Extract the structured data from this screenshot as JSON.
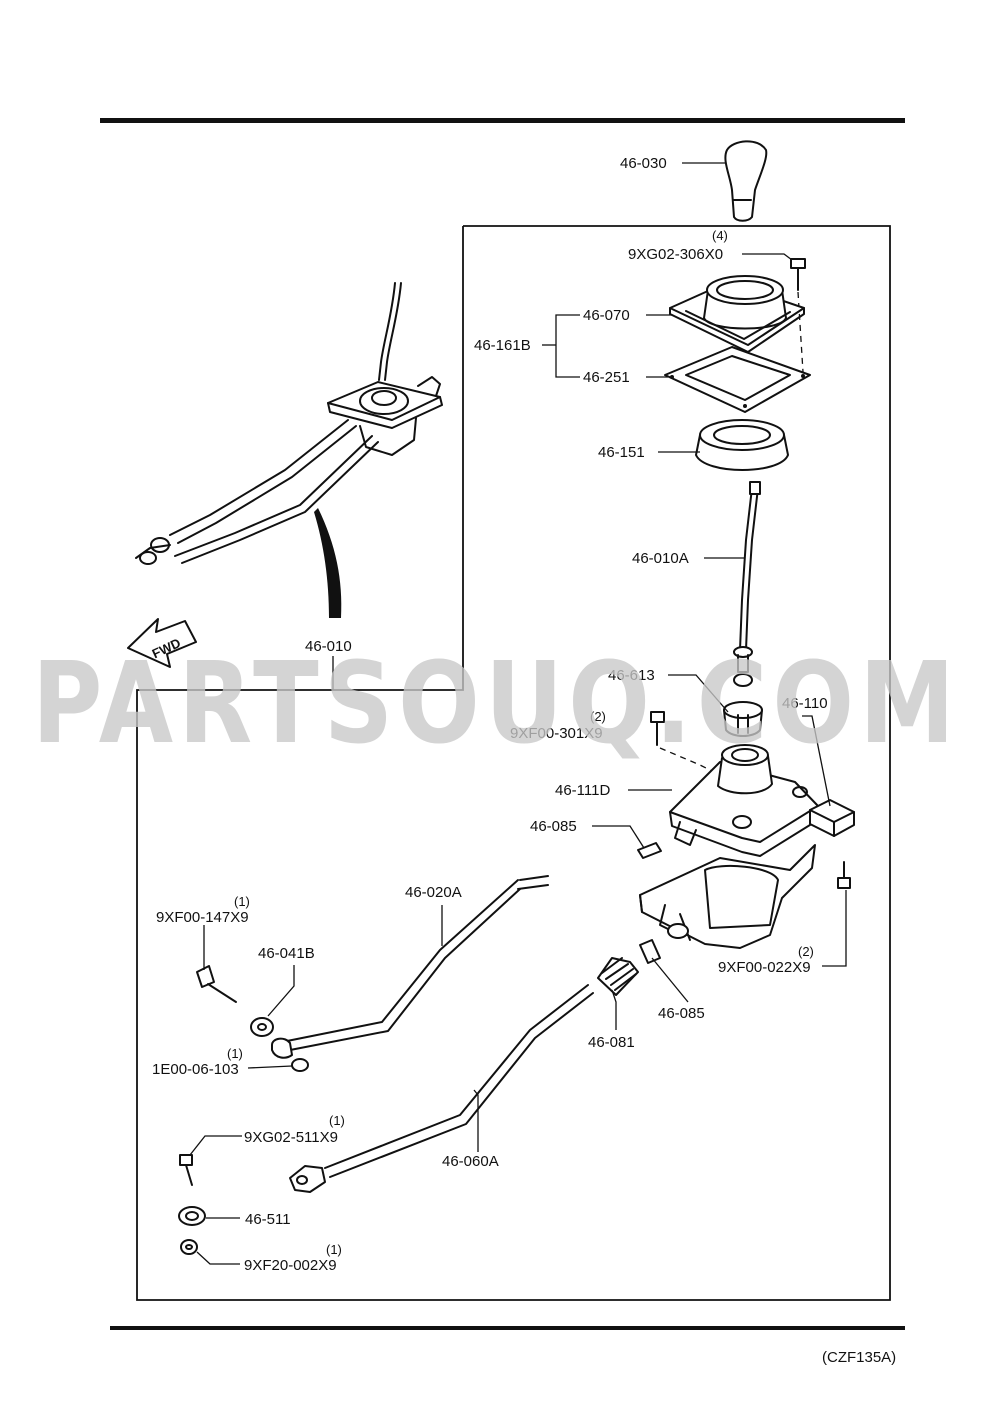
{
  "watermark": "PARTSOUQ.COM",
  "diagram_ref": "(CZF135A)",
  "fwd_label": "FWD",
  "parts": {
    "knob": "46-030",
    "screw_top": "9XG02-306X0",
    "screw_top_qty": "(4)",
    "plate": "46-070",
    "set": "46-161B",
    "gasket": "46-251",
    "boot": "46-151",
    "lever": "46-010A",
    "bushing": "46-613",
    "bracket": "46-110",
    "bolt_a": "9XF00-301X9",
    "bolt_a_qty": "(2)",
    "housing": "46-111D",
    "clip_a": "46-085",
    "assembly": "46-010",
    "rod_a": "46-020A",
    "bolt_b": "9XF00-147X9",
    "bolt_b_qty": "(1)",
    "bushing_b": "46-041B",
    "nut_a": "1E00-06-103",
    "nut_a_qty": "(1)",
    "bolt_c": "9XF00-022X9",
    "bolt_c_qty": "(2)",
    "clip_b": "46-085",
    "dust_boot": "46-081",
    "bolt_d": "9XG02-511X9",
    "bolt_d_qty": "(1)",
    "rod_b": "46-060A",
    "clamp": "46-511",
    "nut_b": "9XF20-002X9",
    "nut_b_qty": "(1)"
  }
}
